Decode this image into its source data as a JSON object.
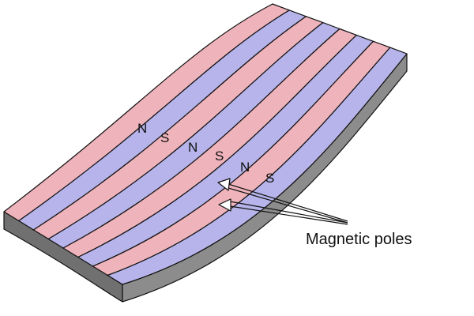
{
  "diagram": {
    "colors": {
      "pink": "#efb3bb",
      "lavender": "#b6b4ea",
      "side": "#8c8c8c",
      "side_end": "#707070",
      "outline": "#111111"
    },
    "stripe_pattern": [
      "pink",
      "lavender",
      "pink",
      "lavender",
      "pink",
      "lavender",
      "pink",
      "lavender"
    ],
    "poles": [
      "N",
      "S",
      "N",
      "S",
      "N",
      "S"
    ],
    "caption": "Magnetic poles"
  }
}
